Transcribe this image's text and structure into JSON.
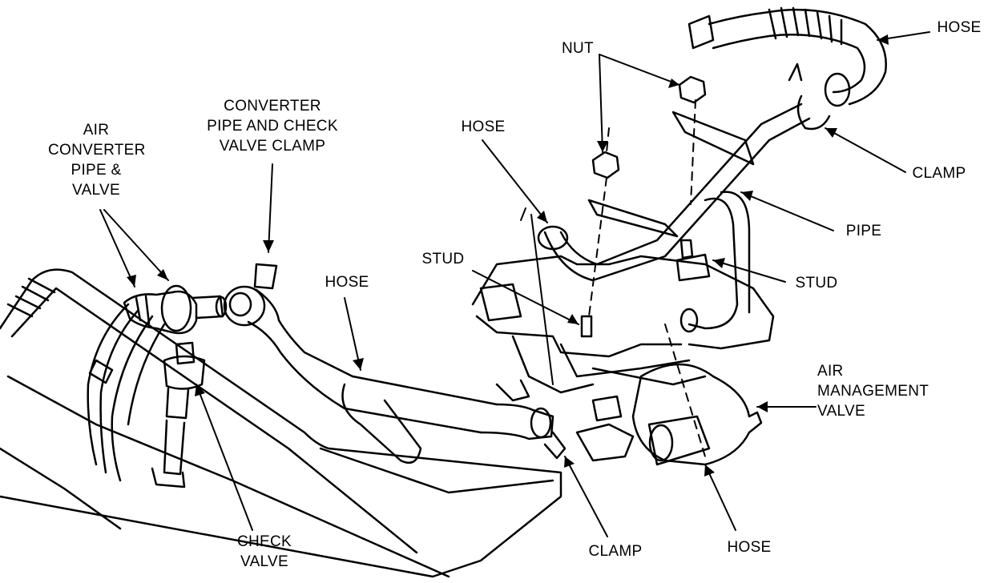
{
  "labels": {
    "air_converter_pipe_valve": [
      "AIR",
      "CONVERTER",
      "PIPE &",
      "VALVE"
    ],
    "converter_pipe_clamp": [
      "CONVERTER",
      "PIPE AND CHECK",
      "VALVE CLAMP"
    ],
    "hose_upper_mid": "HOSE",
    "nut": "NUT",
    "hose_top_right": "HOSE",
    "clamp_right": "CLAMP",
    "pipe": "PIPE",
    "stud_right": "STUD",
    "stud_left": "STUD",
    "hose_left": "HOSE",
    "air_management_valve": [
      "AIR",
      "MANAGEMENT",
      "VALVE"
    ],
    "check_valve": [
      "CHECK",
      "VALVE"
    ],
    "clamp_bottom": "CLAMP",
    "hose_bottom": "HOSE"
  },
  "colors": {
    "ink": "#000000",
    "paper": "#ffffff"
  }
}
